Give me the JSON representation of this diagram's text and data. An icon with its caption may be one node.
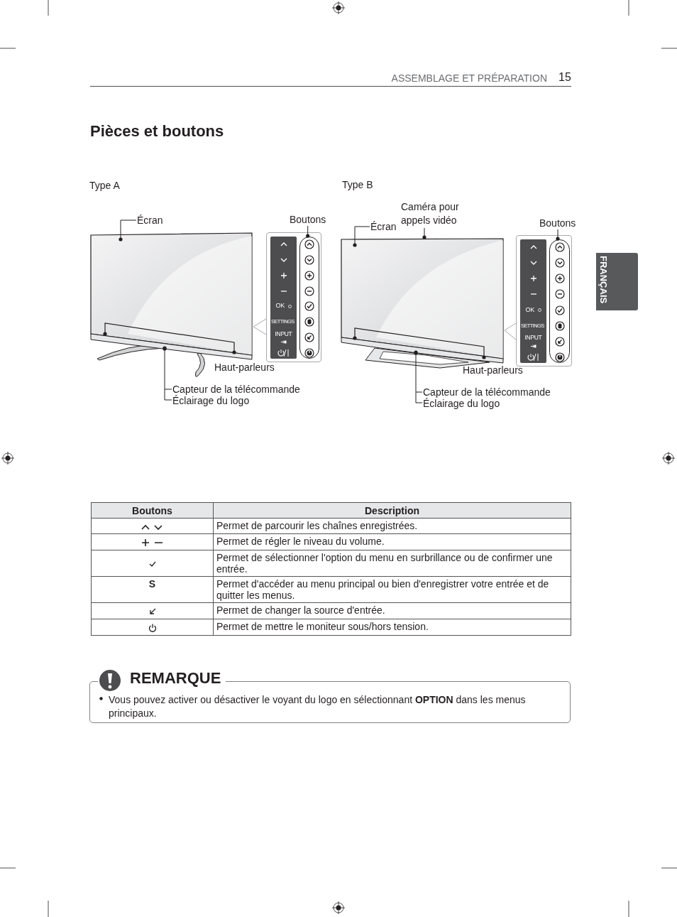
{
  "diagram": {
    "title": "Pièces et boutons",
    "nodes": [
      {
        "text": [
          "Écran"
        ]
      },
      {
        "text": [
          "Boutons"
        ]
      },
      {
        "text": [
          "OK",
          "SETTINGS",
          "INPUT"
        ]
      },
      {
        "text": [
          "Haut-parleurs"
        ]
      },
      {
        "text": [
          "Capteur de la télécommande",
          "Éclairage du logo"
        ]
      },
      {
        "text": [
          "Écran"
        ]
      },
      {
        "text": [
          "Caméra pour appels vidéo"
        ]
      },
      {
        "text": [
          "Boutons"
        ]
      },
      {
        "text": [
          "OK",
          "SETTINGS",
          "INPUT"
        ]
      },
      {
        "text": [
          "Haut-parleurs"
        ]
      },
      {
        "text": [
          "Capteur de la télécommande",
          "Éclairage du logo"
        ]
      }
    ],
    "edges": [
      {
        "from": 0,
        "to": null,
        "arrow": "other"
      },
      {
        "from": 1,
        "to": 2,
        "arrow": "other"
      },
      {
        "from": 4,
        "to": null,
        "arrow": "other"
      },
      {
        "from": 5,
        "to": null,
        "arrow": "other"
      },
      {
        "from": 6,
        "to": null,
        "arrow": "other"
      },
      {
        "from": 7,
        "to": 8,
        "arrow": "other"
      },
      {
        "from": 10,
        "to": null,
        "arrow": "other"
      }
    ],
    "labels": [
      "ASSEMBLAGE ET PRÉPARATION",
      "15",
      "Type A",
      "Type B",
      "FRANÇAIS",
      "Boutons",
      "Description",
      "Permet de parcourir les chaînes enregistrées.",
      "Permet de régler le niveau du volume.",
      "Permet de sélectionner l'option du menu en surbrillance ou de confirmer une entrée.",
      "S",
      "Permet d'accéder au menu principal ou bien d'enregistrer votre entrée et de quitter les menus.",
      "Permet de changer la source d'entrée.",
      "Permet de mettre le moniteur sous/hors tension.",
      "REMARQUE",
      "Vous pouvez activer ou désactiver le voyant du logo en sélectionnant **OPTION** dans les menus principaux."
    ]
  }
}
